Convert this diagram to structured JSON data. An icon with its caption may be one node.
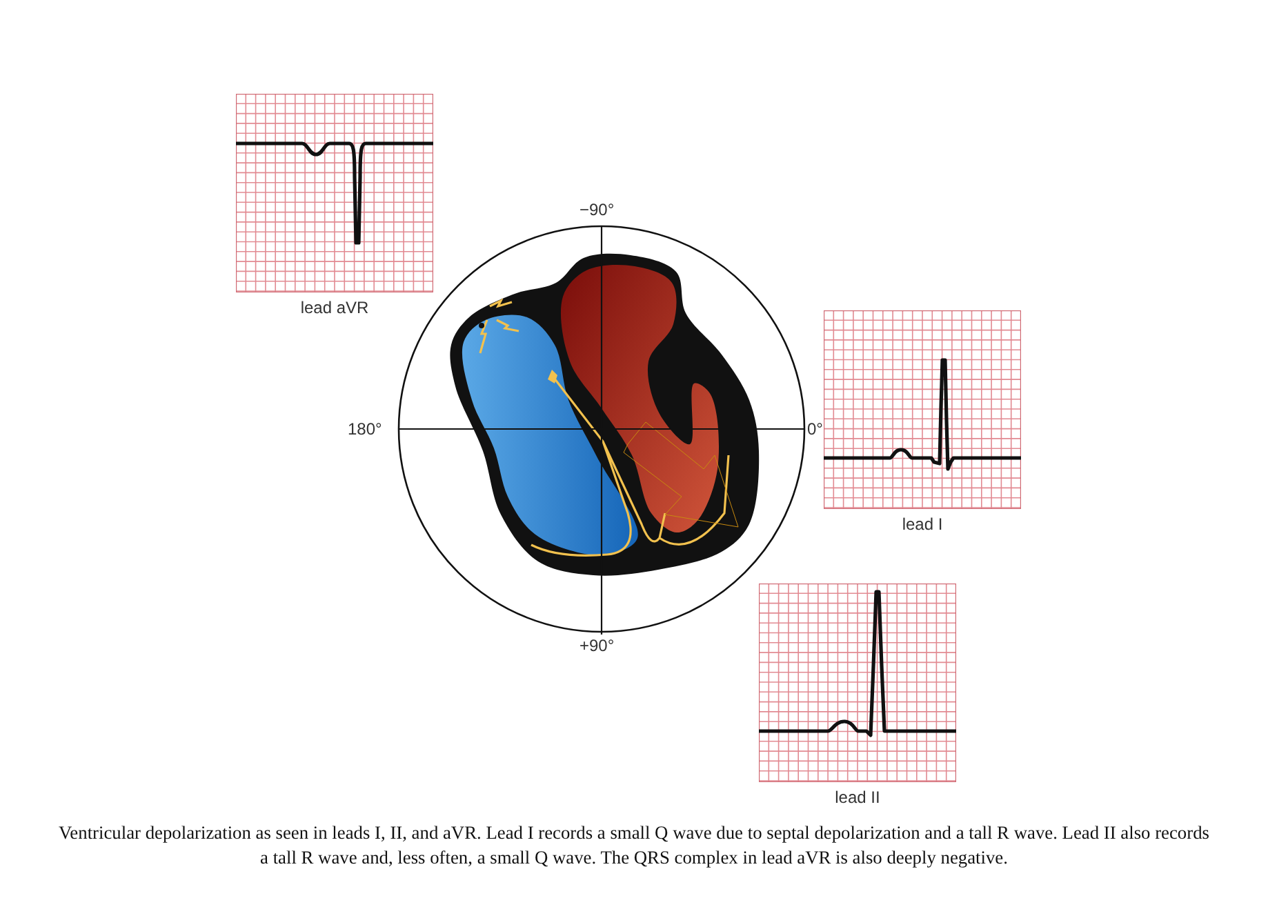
{
  "diagram": {
    "caption": "Ventricular depolarization as seen in leads I, II, and aVR. Lead I records a small Q wave due to septal depolarization and a tall R wave. Lead II also records a tall R wave and, less often, a small Q wave. The QRS complex in lead aVR is also deeply negative.",
    "nodes": [
      {
        "text": [
          "lead aVR"
        ]
      },
      {
        "text": [
          "lead I"
        ]
      },
      {
        "text": [
          "lead II"
        ]
      }
    ],
    "labels": [
      "−90°",
      "180°",
      "0°",
      "+90°"
    ]
  }
}
